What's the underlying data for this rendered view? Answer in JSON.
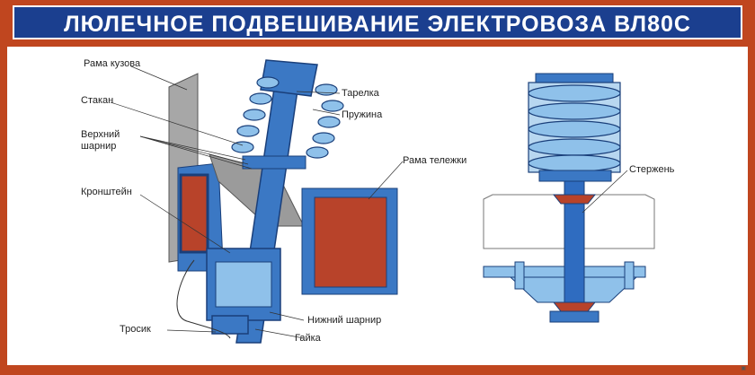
{
  "title": "ЛЮЛЕЧНОЕ ПОДВЕШИВАНИЕ ЭЛЕКТРОВОЗА ВЛ80С",
  "colors": {
    "frame": "#c0461f",
    "title_bg": "#1b3f8f",
    "steel_blue": "#3b78c4",
    "light_blue": "#8fc1ea",
    "grey": "#9b9b9b",
    "rust": "#b8432a"
  },
  "labels": {
    "rama_kuzova": "Рама кузова",
    "stakan": "Стакан",
    "verkhniy": "Верхний",
    "sharnir": "шарнир",
    "kronshteyn": "Кронштейн",
    "trosik": "Тросик",
    "tarelka": "Тарелка",
    "pruzhina": "Пружина",
    "rama_telezhki": "Рама тележки",
    "nizhniy_sharnir": "Нижний шарнир",
    "gayka": "Гайка",
    "sterzhen": "Стержень"
  }
}
